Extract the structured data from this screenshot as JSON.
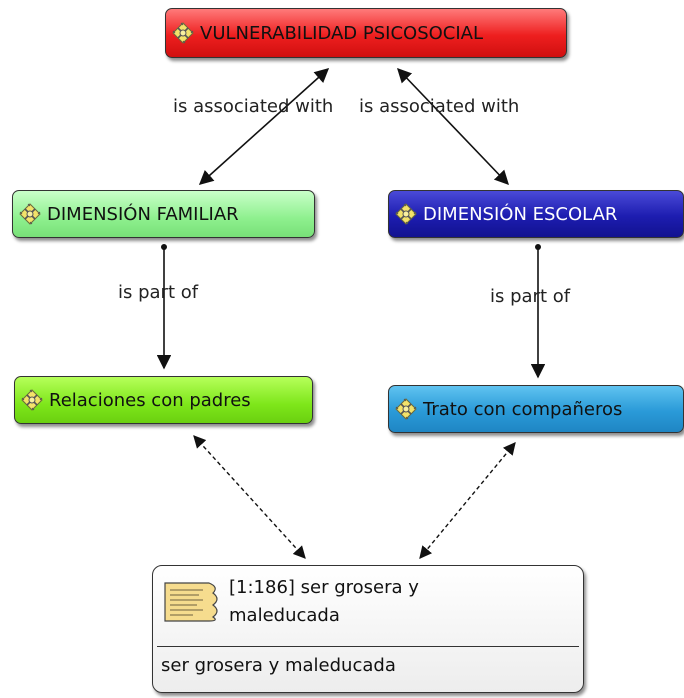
{
  "nodes": {
    "vulnerabilidad": "VULNERABILIDAD PSICOSOCIAL",
    "familiar": "DIMENSIÓN FAMILIAR",
    "escolar": "DIMENSIÓN ESCOLAR",
    "padres": "Relaciones con padres",
    "companeros": "Trato con compañeros"
  },
  "quote": {
    "title_line1": "[1:186] ser grosera y",
    "title_line2": "maleducada",
    "body": "ser grosera y maleducada"
  },
  "relations": {
    "associated_left": "is associated with",
    "associated_right": "is associated with",
    "part_of_left": "is part of",
    "part_of_right": "is part of"
  },
  "colors": {
    "vulnerabilidad": "#e81b1b",
    "familiar": "#8ef08e",
    "escolar": "#1d1db0",
    "padres": "#7ee61a",
    "companeros": "#2a9ad8",
    "icon": "#f3e26a"
  },
  "icons": {
    "code": "code-icon",
    "quote": "document-quote-icon"
  }
}
